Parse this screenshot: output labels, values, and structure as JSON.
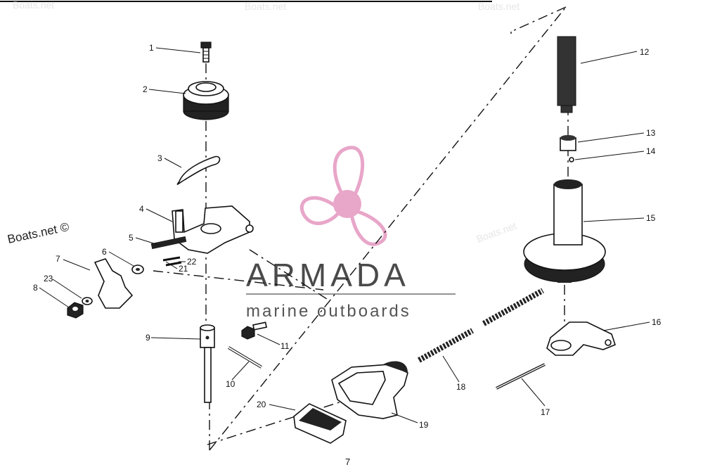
{
  "watermark": {
    "corner_text": "Boats.net ©",
    "faint_text": "Boats.net",
    "logo_text": "ARMADA",
    "logo_subtext": "marine outboards"
  },
  "page_number": "7",
  "callouts": [
    "1",
    "2",
    "3",
    "4",
    "5",
    "6",
    "7",
    "8",
    "9",
    "10",
    "11",
    "12",
    "13",
    "14",
    "15",
    "16",
    "17",
    "18",
    "19",
    "20",
    "21",
    "22",
    "23"
  ],
  "colors": {
    "logo_pink": "#e8a6c9",
    "logo_text": "#4a4a4a",
    "line_art": "#111111"
  }
}
